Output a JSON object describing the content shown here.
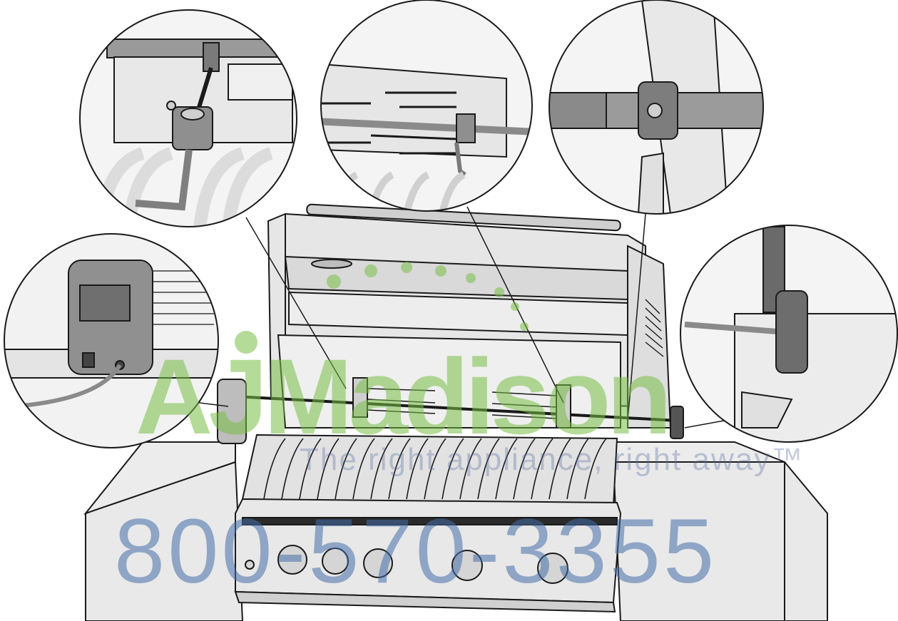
{
  "watermark": {
    "brand": "AJMadison",
    "tagline": "The right appliance, right away",
    "trademark": "™",
    "phone": "800-570-3355",
    "brand_color": "#7cc04a",
    "phone_color": "#4a72b0"
  },
  "diagram": {
    "subject": "rotisserie installation on built-in gas grill",
    "callouts": [
      "rotisserie-motor-detail",
      "spit-support-wrench-detail",
      "spit-forks-detail",
      "spit-collar-detail",
      "spit-handle-detail"
    ],
    "line_color": "#1a1a1a",
    "fill_color": "#e6e6e6"
  }
}
